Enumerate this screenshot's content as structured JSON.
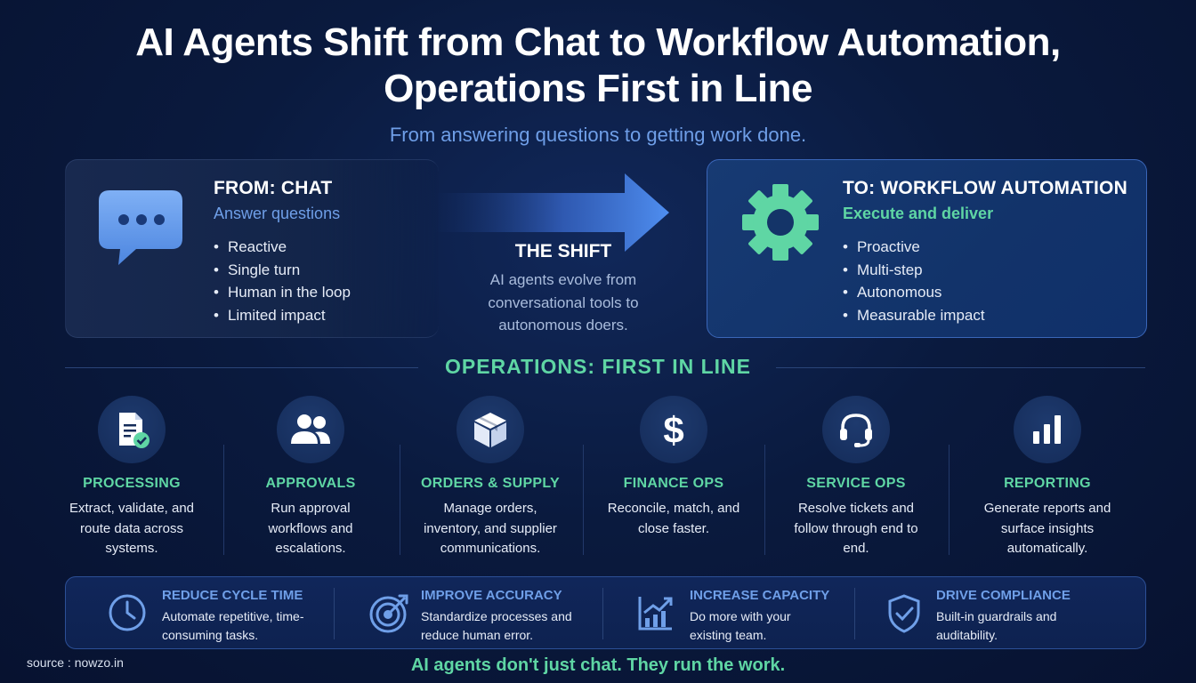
{
  "title": {
    "line1": "AI Agents Shift from Chat to Workflow Automation,",
    "line2": "Operations First in Line"
  },
  "subtitle": "From answering questions to getting work done.",
  "from_card": {
    "heading": "FROM: CHAT",
    "subheading": "Answer questions",
    "icon": "chat-bubble-icon",
    "items": [
      "Reactive",
      "Single turn",
      "Human in the loop",
      "Limited impact"
    ]
  },
  "shift": {
    "title": "THE SHIFT",
    "description": "AI agents evolve from conversational tools to autonomous doers."
  },
  "to_card": {
    "heading": "TO: WORKFLOW AUTOMATION",
    "subheading": "Execute and deliver",
    "icon": "gear-icon",
    "items": [
      "Proactive",
      "Multi-step",
      "Autonomous",
      "Measurable impact"
    ]
  },
  "operations": {
    "title": "OPERATIONS: FIRST IN LINE",
    "items": [
      {
        "name": "PROCESSING",
        "desc": "Extract, validate, and route data across systems.",
        "icon": "document-check-icon"
      },
      {
        "name": "APPROVALS",
        "desc": "Run approval workflows and escalations.",
        "icon": "users-icon"
      },
      {
        "name": "ORDERS & SUPPLY",
        "desc": "Manage orders, inventory, and supplier communications.",
        "icon": "package-icon"
      },
      {
        "name": "FINANCE OPS",
        "desc": "Reconcile, match, and close faster.",
        "icon": "dollar-icon"
      },
      {
        "name": "SERVICE OPS",
        "desc": "Resolve tickets and follow through end to end.",
        "icon": "headset-icon"
      },
      {
        "name": "REPORTING",
        "desc": "Generate reports and surface insights automatically.",
        "icon": "bar-chart-icon"
      }
    ]
  },
  "benefits": [
    {
      "title": "REDUCE CYCLE TIME",
      "desc": "Automate repetitive, time-consuming tasks.",
      "icon": "clock-icon"
    },
    {
      "title": "IMPROVE ACCURACY",
      "desc": "Standardize processes and reduce human error.",
      "icon": "target-icon"
    },
    {
      "title": "INCREASE CAPACITY",
      "desc": "Do more with your existing team.",
      "icon": "trend-up-icon"
    },
    {
      "title": "DRIVE COMPLIANCE",
      "desc": "Built-in guardrails and auditability.",
      "icon": "shield-check-icon"
    }
  ],
  "tagline": "AI agents don't just chat. They run the work.",
  "source": "source : nowzo.in",
  "colors": {
    "accent_green": "#5fd6a4",
    "accent_blue": "#6f9fe8",
    "background": "#0a1a3e"
  }
}
